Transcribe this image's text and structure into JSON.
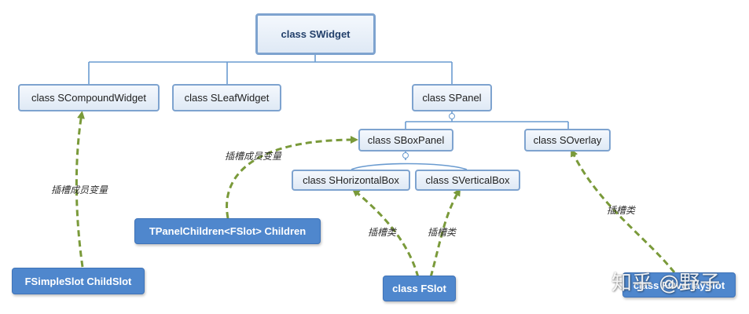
{
  "nodes": {
    "swidget": "class SWidget",
    "scompound": "class SCompoundWidget",
    "sleaf": "class SLeafWidget",
    "spanel": "class SPanel",
    "sboxpanel": "class SBoxPanel",
    "soverlay": "class SOverlay",
    "shorizontal": "class SHorizontalBox",
    "svertical": "class SVerticalBox",
    "tpanelchildren": "TPanelChildren<FSlot> Children",
    "fsimpleslot": "FSimpleSlot ChildSlot",
    "fslot": "class FSlot",
    "foverlayslot": "class FOverlaySlot"
  },
  "labels": {
    "member_left": "插槽成员变量",
    "member_mid": "插槽成员变量",
    "slot_a": "插槽类",
    "slot_b": "插槽类",
    "slot_c": "插槽类"
  },
  "watermark": "知乎 @野子",
  "colors": {
    "connector": "#6a9bd0",
    "dashed_arrow": "#7a9a3a",
    "dark_node": "#4f87cd",
    "light_border": "#7ea3cf"
  }
}
